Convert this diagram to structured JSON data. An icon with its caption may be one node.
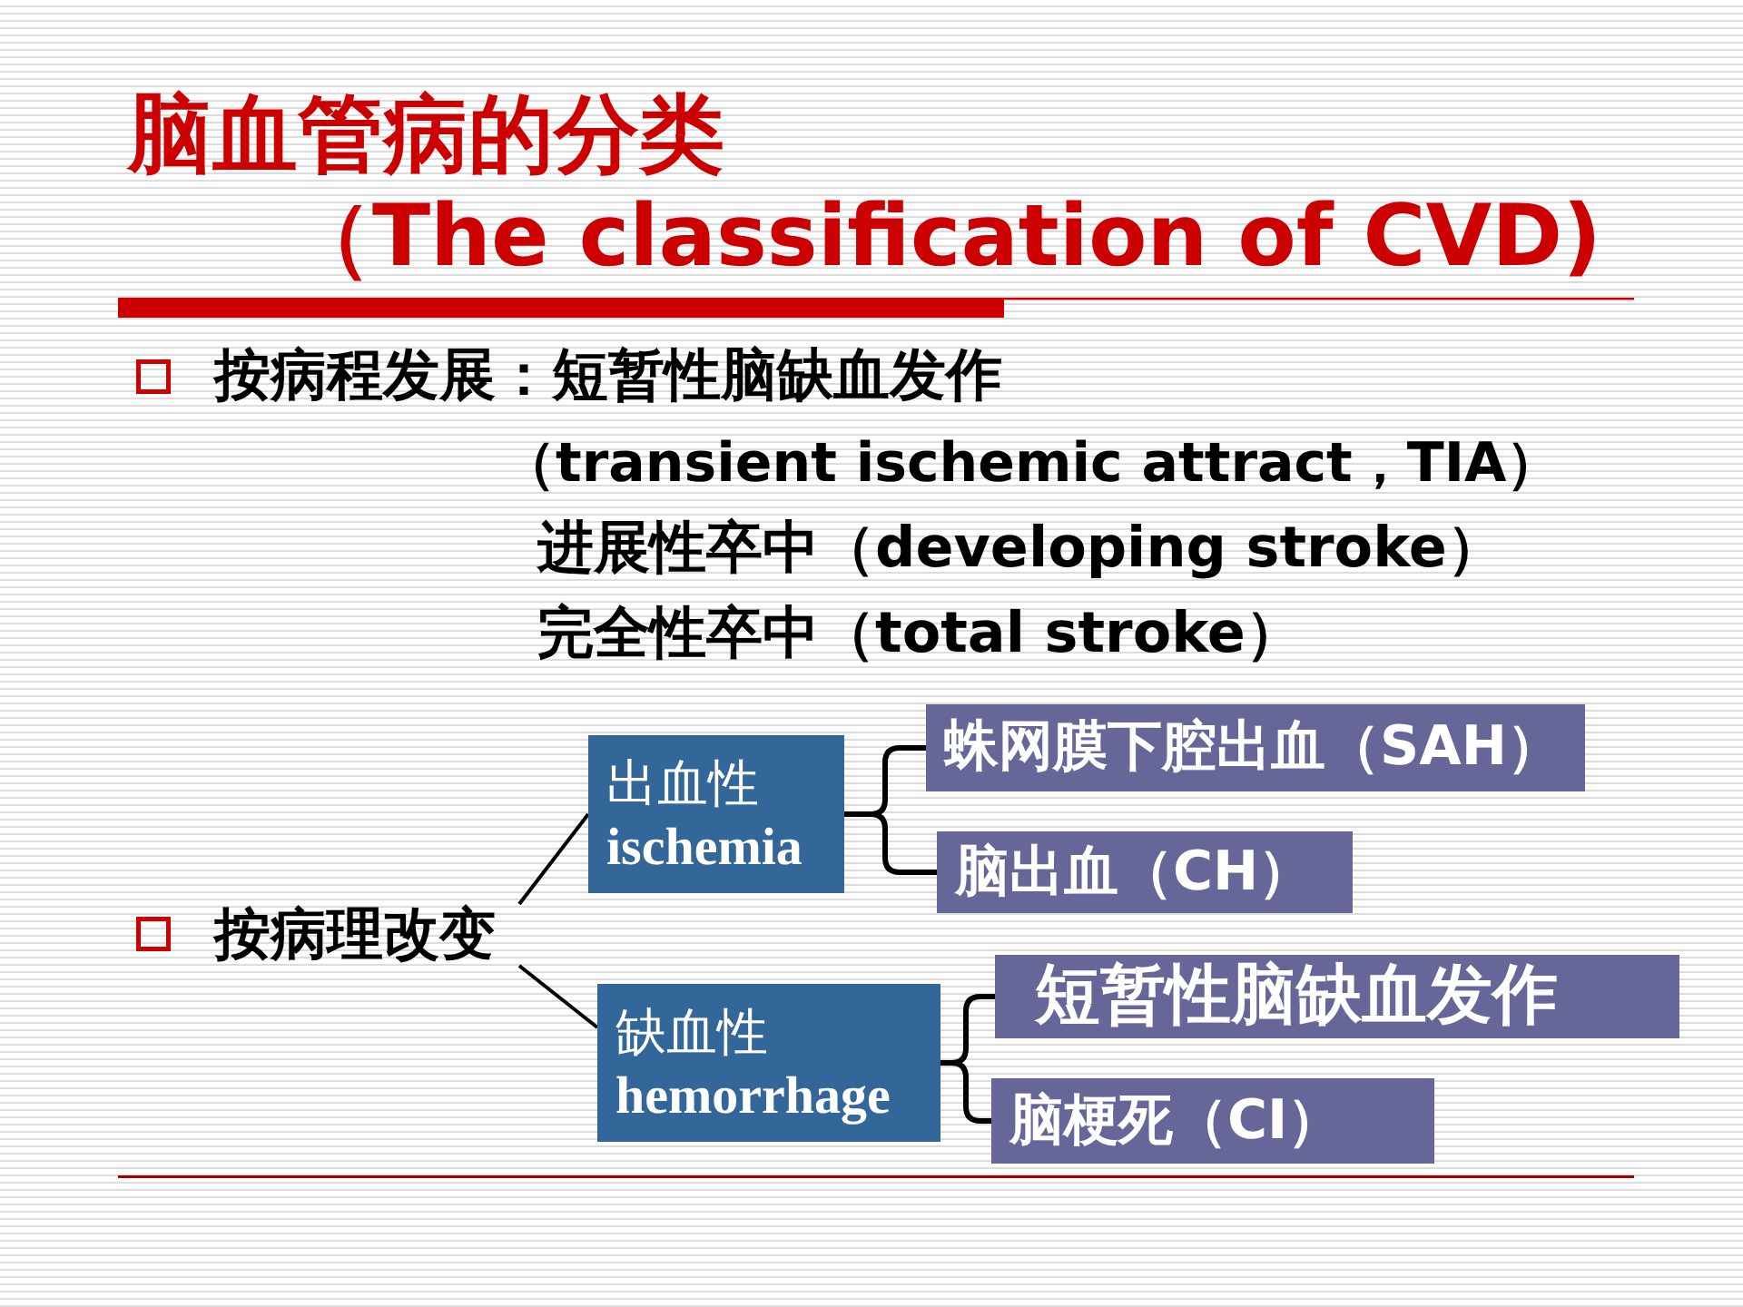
{
  "diagram": {
    "title": "脑血管病的分类（The classification of CVD)",
    "nodes": [
      {
        "text": [
          "按病理改变"
        ]
      },
      {
        "text": [
          "出血性",
          "ischemia"
        ]
      },
      {
        "text": [
          "蛛网膜下腔出血（SAH）"
        ]
      },
      {
        "text": [
          "脑出血（CH）"
        ]
      },
      {
        "text": [
          "缺血性",
          "hemorrhage"
        ]
      },
      {
        "text": [
          "短暂性脑缺血发作"
        ]
      },
      {
        "text": [
          "脑梗死（CI）"
        ]
      }
    ],
    "edges": [
      {
        "from": 0,
        "to": 1,
        "arrow": "none"
      },
      {
        "from": 0,
        "to": 4,
        "arrow": "none"
      },
      {
        "from": 1,
        "to": 2,
        "arrow": "none"
      },
      {
        "from": 1,
        "to": 3,
        "arrow": "none"
      },
      {
        "from": 4,
        "to": 5,
        "arrow": "none"
      },
      {
        "from": 4,
        "to": 6,
        "arrow": "none"
      }
    ],
    "labels": [
      "按病程发展：短暂性脑缺血发作",
      "（transient ischemic attract，TIA）",
      "进展性卒中（developing stroke）",
      "完全性卒中（total stroke）"
    ]
  }
}
